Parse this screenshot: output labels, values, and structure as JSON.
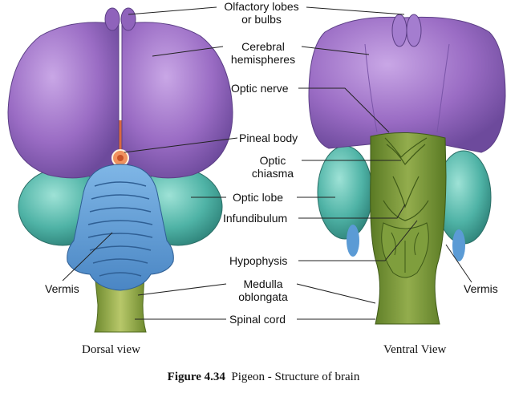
{
  "labels": {
    "olfactory": "Olfactory lobes\nor bulbs",
    "cerebral": "Cerebral\nhemispheres",
    "optic_nerve": "Optic nerve",
    "pineal": "Pineal body",
    "optic_chiasma": "Optic\nchiasma",
    "optic_lobe": "Optic lobe",
    "infundibulum": "Infundibulum",
    "hypophysis": "Hypophysis",
    "vermis_left": "Vermis",
    "vermis_right": "Vermis",
    "medulla": "Medulla\noblongata",
    "spinal_cord": "Spinal cord"
  },
  "views": {
    "dorsal": "Dorsal view",
    "ventral": "Ventral View"
  },
  "caption": {
    "figure_number": "Figure 4.34",
    "title": "Pigeon - Structure of brain"
  },
  "colors": {
    "cerebrum": "#9a6cc4",
    "optic_lobe": "#4fb3a6",
    "cerebellum": "#5b9bd5",
    "medulla": "#9aae4c",
    "ventral_brainstem": "#6f8f35",
    "pineal": "#e2764a"
  }
}
